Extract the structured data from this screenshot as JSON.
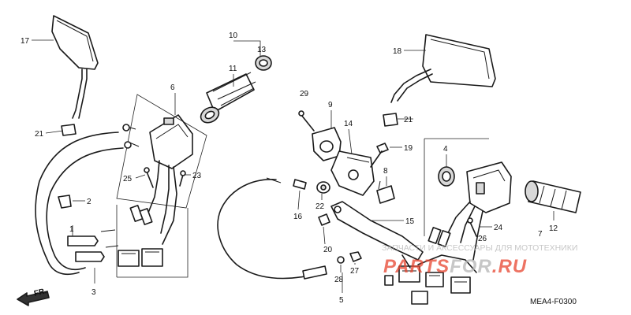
{
  "callouts": {
    "n1": "1",
    "n2": "2",
    "n3": "3",
    "n4": "4",
    "n5": "5",
    "n6": "6",
    "n7": "7",
    "n8": "8",
    "n9": "9",
    "n10": "10",
    "n11": "11",
    "n12": "12",
    "n13": "13",
    "n14": "14",
    "n15": "15",
    "n16": "16",
    "n17": "17",
    "n18": "18",
    "n19": "19",
    "n20": "20",
    "n21a": "21",
    "n21b": "21",
    "n22": "22",
    "n23": "23",
    "n24": "24",
    "n25": "25",
    "n26": "26",
    "n27": "27",
    "n28": "28",
    "n29": "29"
  },
  "direction_label": "FR.",
  "figure_code": "MEA4-F0300",
  "watermark": {
    "caption": "ЗАПЧАСТИ И АКСЕССУАРЫ ДЛЯ МОТОТЕХНИКИ",
    "brand_red": "PARTS",
    "brand_mid": "FOR",
    "brand_tld": ".RU"
  },
  "colors": {
    "ink": "#1a1a1a",
    "watermark_red": "#e8452f",
    "watermark_grey": "#b5b5b5"
  }
}
